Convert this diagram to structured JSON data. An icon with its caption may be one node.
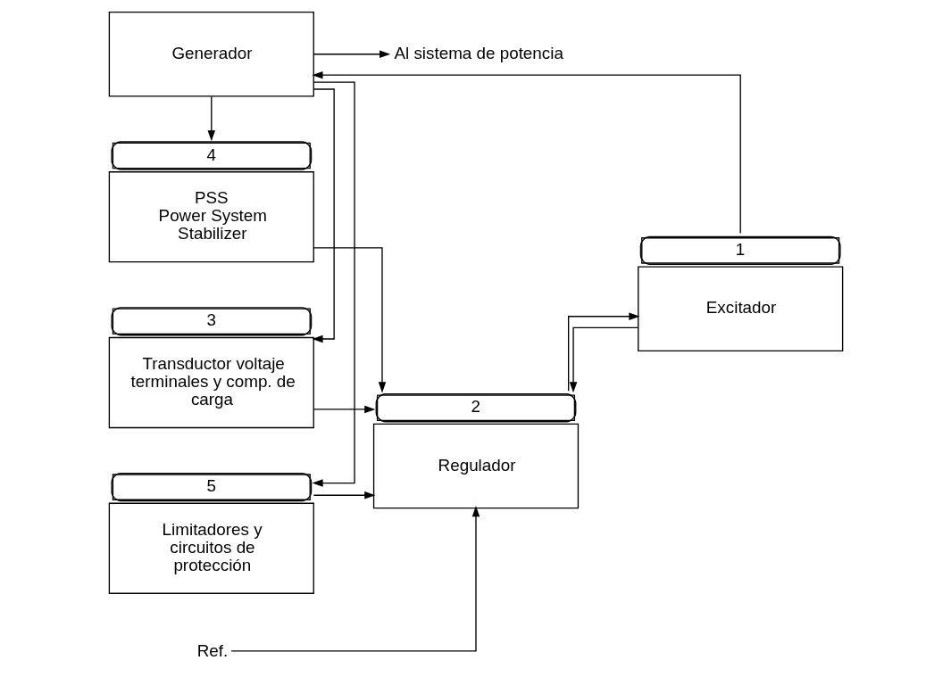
{
  "diagram": {
    "nodes": [
      {
        "text": [
          "Limitadores y circuitos de protección"
        ],
        "beside": [
          "5"
        ]
      },
      {
        "text": [
          "Transductor voltaje terminales y comp. de carga"
        ],
        "beside": [
          "3"
        ]
      },
      {
        "text": [
          "Ref."
        ]
      },
      {
        "text": [
          "Regulador"
        ],
        "beside": [
          "2"
        ]
      },
      {
        "text": [
          "Excitador"
        ],
        "beside": [
          "1"
        ]
      },
      {
        "text": [
          "Generador"
        ]
      },
      {
        "text": [
          "Al sistema de potencia"
        ]
      },
      {
        "text": [
          "PSS",
          "Power System Stabilizer"
        ],
        "beside": [
          "4"
        ]
      }
    ],
    "edges": [
      {
        "from": 2,
        "to": 3,
        "arrow": "to"
      },
      {
        "from": 3,
        "to": 4,
        "arrow": "to"
      },
      {
        "from": 4,
        "to": 5,
        "arrow": "to"
      },
      {
        "from": 4,
        "to": 3,
        "arrow": "to"
      },
      {
        "from": 5,
        "to": 6,
        "arrow": "to"
      },
      {
        "from": 5,
        "to": 0,
        "arrow": "to"
      },
      {
        "from": 5,
        "to": 1,
        "arrow": "to"
      },
      {
        "from": 5,
        "to": 7,
        "arrow": "to"
      },
      {
        "from": 0,
        "to": 3,
        "arrow": "to"
      },
      {
        "from": 1,
        "to": 3,
        "arrow": "to"
      },
      {
        "from": 7,
        "to": 3,
        "arrow": "to"
      }
    ]
  }
}
